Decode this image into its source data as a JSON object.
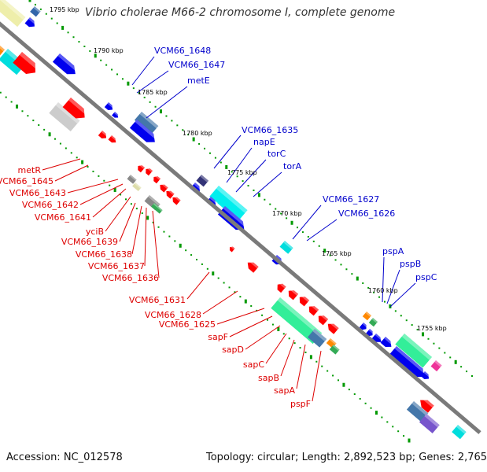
{
  "title": "Vibrio cholerae M66-2 chromosome I, complete genome",
  "accession": "Accession: NC_012578",
  "topology": "Topology: circular; Length: 2,892,523 bp; Genes: 2,765",
  "colors": {
    "forward_label": "#0000cc",
    "reverse_label": "#dd0000",
    "backbone": "#808080",
    "tick": "#009900"
  },
  "kbp_ticks": [
    "1795 kbp",
    "1790 kbp",
    "1785 kbp",
    "1780 kbp",
    "1775 kbp",
    "1770 kbp",
    "1765 kbp",
    "1760 kbp",
    "1755 kbp"
  ],
  "forward_genes": [
    "VCM66_1648",
    "VCM66_1647",
    "metE",
    "VCM66_1635",
    "napE",
    "torC",
    "torA",
    "VCM66_1627",
    "VCM66_1626",
    "pspA",
    "pspB",
    "pspC"
  ],
  "reverse_genes": [
    "metR",
    "VCM66_1645",
    "VCM66_1643",
    "VCM66_1642",
    "VCM66_1641",
    "yciB",
    "VCM66_1639",
    "VCM66_1638",
    "VCM66_1637",
    "VCM66_1636",
    "VCM66_1631",
    "VCM66_1628",
    "VCM66_1625",
    "sapF",
    "sapD",
    "sapC",
    "sapB",
    "sapA",
    "pspF"
  ]
}
